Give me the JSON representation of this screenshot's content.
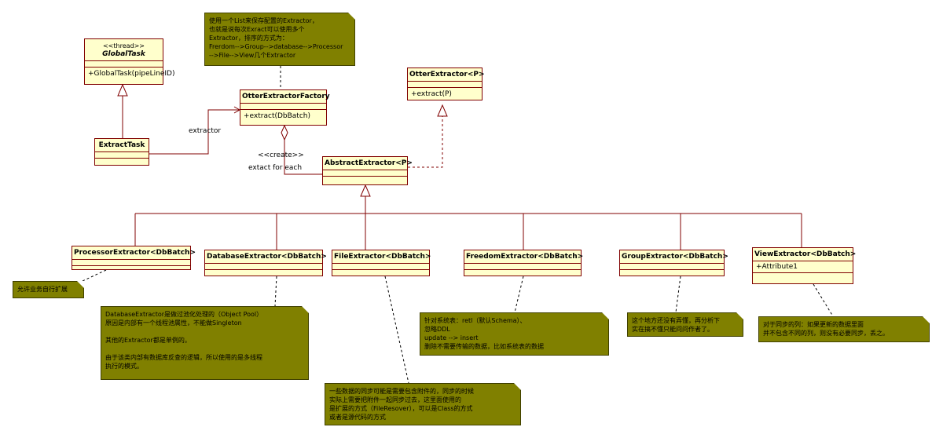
{
  "classes": {
    "global_task": {
      "stereotype": "<<thread>>",
      "name": "GlobalTask",
      "op": "+GlobalTask(pipeLineID)"
    },
    "extract_task": {
      "name": "ExtractTask"
    },
    "factory": {
      "name": "OtterExtractorFactory",
      "op": "+extract(DbBatch)"
    },
    "otter_extractor": {
      "name": "OtterExtractor<P>",
      "op": "+extract(P)"
    },
    "abstract_extractor": {
      "name": "AbstractExtractor<P>"
    },
    "processor": {
      "name": "ProcessorExtractor<DbBatch>"
    },
    "database": {
      "name": "DatabaseExtractor<DbBatch>"
    },
    "file": {
      "name": "FileExtractor<DbBatch>"
    },
    "freedom": {
      "name": "FreedomExtractor<DbBatch>"
    },
    "group": {
      "name": "GroupExtractor<DbBatch>"
    },
    "view": {
      "name": "ViewExtractor<DbBatch>",
      "attr": "+Attribute1"
    }
  },
  "labels": {
    "extractor": "extractor",
    "create": "<<create>>",
    "extract_each": "extact for each"
  },
  "notes": {
    "factory": "使用一个List来保存配置的Extractor，\n也就是说每次Exract可以使用多个\nExtractor，排序的方式为：\nFrerdom-->Group-->database-->Processor\n-->File-->View几个Extractor",
    "processor": "允许业务自行扩展",
    "database": "DatabaseExtractor是做过池化处理的（Object Pool）\n原因是内部有一个线程池属性，不能做Singleton\n\n其他的Extractor都是单例的。\n\n由于该类内部有数据库反查的逻辑，所以使用的是多线程\n执行的模式。",
    "file": "一些数据的同步可能是需要包含附件的，同步的时候\n实际上需要把附件一起同步过去，这里面使用的\n是扩展的方式（FileResover），可以是Class的方式\n或者是源代码的方式",
    "freedom": "针对系统表：retl（默认Schema）、\n忽略DDL\nupdate --> insert\n删除不需要传输的数据，比如系统表的数据",
    "group": "这个地方还没有弄懂，再分析下\n实在搞不懂只能问问作者了。",
    "view": "对于同步的列：如果更新的数据里面\n并不包含不同的列，则没有必要同步，丢之。"
  },
  "colors": {
    "class_fill": "#ffffcc",
    "class_border": "#800000",
    "note_fill": "#808000",
    "line": "#800000"
  }
}
